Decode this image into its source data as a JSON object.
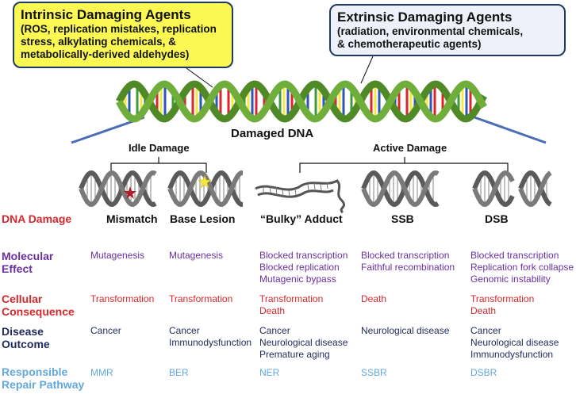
{
  "intrinsic": {
    "title": "Intrinsic Damaging Agents",
    "lines": [
      "(ROS, replication mistakes, replication",
      "stress, alkylating chemicals, &",
      "metabolically-derived aldehydes)"
    ]
  },
  "extrinsic": {
    "title": "Extrinsic Damaging Agents",
    "lines": [
      "(radiation, environmental chemicals,",
      "& chemotherapeutic agents)"
    ]
  },
  "dna_label": "Damaged DNA",
  "groups": {
    "idle": "Idle Damage",
    "active": "Active Damage"
  },
  "row_headers": {
    "damage": "DNA Damage",
    "effect": [
      "Molecular",
      "Effect"
    ],
    "consequence": [
      "Cellular",
      "Consequence"
    ],
    "disease": [
      "Disease",
      "Outcome"
    ],
    "repair": [
      "Responsible",
      "Repair Pathway"
    ]
  },
  "columns": [
    {
      "damage": "Mismatch",
      "effect": [
        "Mutagenesis"
      ],
      "consequence": [
        "Transformation"
      ],
      "disease": [
        "Cancer"
      ],
      "repair": "MMR"
    },
    {
      "damage": "Base Lesion",
      "effect": [
        "Mutagenesis"
      ],
      "consequence": [
        "Transformation"
      ],
      "disease": [
        "Cancer",
        "Immunodysfunction"
      ],
      "repair": "BER"
    },
    {
      "damage": "“Bulky” Adduct",
      "effect": [
        "Blocked transcription",
        "Blocked replication",
        "Mutagenic bypass"
      ],
      "consequence": [
        "Transformation",
        "Death"
      ],
      "disease": [
        "Cancer",
        "Neurological disease",
        "Premature aging"
      ],
      "repair": "NER"
    },
    {
      "damage": "SSB",
      "effect": [
        "Blocked transcription",
        "Faithful recombination"
      ],
      "consequence": [
        "Death"
      ],
      "disease": [
        "Neurological disease"
      ],
      "repair": "SSBR"
    },
    {
      "damage": "DSB",
      "effect": [
        "Blocked transcription",
        "Replication fork collapse",
        "Genomic instability"
      ],
      "consequence": [
        "Transformation",
        "Death"
      ],
      "disease": [
        "Cancer",
        "Neurological disease",
        "Immunodysfunction"
      ],
      "repair": "DSBR"
    }
  ],
  "colors": {
    "damage_header": "#d6272b",
    "effect": "#6a2fa3",
    "consequence": "#d6272b",
    "disease": "#1f2a5a",
    "repair": "#63a8dc",
    "intrinsic_box": "#fcf853",
    "extrinsic_box": "#eef1fa",
    "helix_green": "#6fae3a",
    "connector_blue": "#4a6eb5"
  }
}
